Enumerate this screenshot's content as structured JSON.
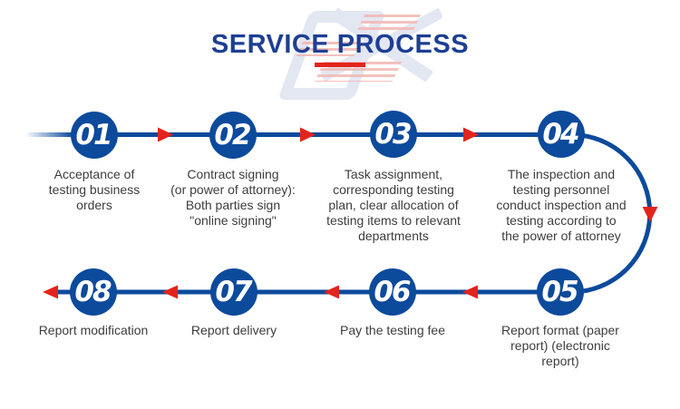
{
  "header": {
    "title": "SERVICE PROCESS",
    "watermark_icon": "ex-logo-watermark"
  },
  "colors": {
    "primary_blue": "#0c4a9c",
    "title_navy": "#1d3f93",
    "accent_red": "#e3241c",
    "text_gray": "#3d3d3d",
    "watermark_blue": "#e3e7f2",
    "watermark_red": "#f1b7b2"
  },
  "steps": [
    {
      "number": "01",
      "label": "Acceptance of\ntesting business\norders"
    },
    {
      "number": "02",
      "label": "Contract signing\n(or power of attorney):\nBoth parties sign\n\"online signing\""
    },
    {
      "number": "03",
      "label": "Task assignment,\ncorresponding testing\nplan, clear allocation of\ntesting items to relevant\ndepartments"
    },
    {
      "number": "04",
      "label": "The inspection and\ntesting personnel\nconduct inspection and\ntesting according to\nthe power of attorney"
    },
    {
      "number": "05",
      "label": "Report format (paper\nreport) (electronic\nreport)"
    },
    {
      "number": "06",
      "label": "Pay the testing fee"
    },
    {
      "number": "07",
      "label": "Report delivery"
    },
    {
      "number": "08",
      "label": "Report modification"
    }
  ]
}
